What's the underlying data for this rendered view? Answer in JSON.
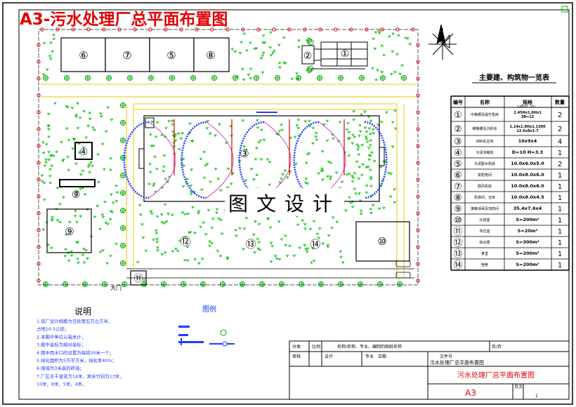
{
  "title": "A3-污水处理厂总平面布置图",
  "watermark": "图文设计",
  "gate_label": "大门",
  "building_numbers": [
    "①",
    "②",
    "③",
    "④",
    "⑤",
    "⑥",
    "⑦",
    "⑧",
    "⑨",
    "⑨",
    "⑩",
    "⑪",
    "⑫",
    "⑬",
    "⑭"
  ],
  "schedule": {
    "title": "主要建、构筑物一览表",
    "headers": {
      "no": "编号",
      "name": "名称",
      "spec": "规格",
      "spec_sub": "LxBxH（m）",
      "qty": "数量"
    },
    "rows": [
      {
        "no": "①",
        "name": "中格栅及提升泵房",
        "spec": "2.45Hx1.6Hx1\n3B=12",
        "qty": "2"
      },
      {
        "no": "②",
        "name": "细格栅及沉砂池",
        "spec": "2.14x1.9Hx1.1300\n12.6x8x1.7",
        "qty": "2"
      },
      {
        "no": "③",
        "name": "SBR反应池",
        "spec": "10x9x4",
        "qty": "4"
      },
      {
        "no": "④",
        "name": "污泥浓缩池",
        "spec": "D=10 H=3.3",
        "qty": "1"
      },
      {
        "no": "⑤",
        "name": "污泥脱水机房",
        "spec": "10.0x6.0x5.0",
        "qty": "2"
      },
      {
        "no": "⑥",
        "name": "变配电间",
        "spec": "10.0x8.0x6.0",
        "qty": "1"
      },
      {
        "no": "⑦",
        "name": "鼓风机房",
        "spec": "10.0x8.0x6.0",
        "qty": "1"
      },
      {
        "no": "⑧",
        "name": "机修间、仓库",
        "spec": "10.0x8.0x4.5",
        "qty": "1"
      },
      {
        "no": "⑨",
        "name": "接触消毒及加药间",
        "spec": "35.4x7.6x4",
        "qty": "1"
      },
      {
        "no": "⑩",
        "name": "化验室",
        "spec": "S=200m²",
        "qty": "1"
      },
      {
        "no": "⑪",
        "name": "传达室",
        "spec": "S=20m²",
        "qty": "1"
      },
      {
        "no": "⑫",
        "name": "综合楼",
        "spec": "S=300m²",
        "qty": "1"
      },
      {
        "no": "⑬",
        "name": "食堂",
        "spec": "S=200m²",
        "qty": "1"
      },
      {
        "no": "⑭",
        "name": "宿舍",
        "spec": "S=200m²",
        "qty": "1"
      }
    ]
  },
  "notes": {
    "title": "说明",
    "lines": [
      "1.该厂设计规模为日处理五万立方米，",
      "   占地10.5公顷；",
      "2.本图中单位以毫米计；",
      "3.图中坐标为相对坐标；",
      "4.图中雨水口的设置为每隔30米一个；",
      "5.绿化面积为5万平方米，绿化率40%；",
      "6.围墙为3米高的砖墙；",
      "7.厂区主干道宽为14米，其余分别为13米，",
      "   10米，8米，5米，4米。"
    ]
  },
  "legend": {
    "title": "图例"
  },
  "title_block": {
    "r1": [
      "分类",
      "比例",
      "名称/名称、专业、编制的图纸名称",
      "页/页"
    ],
    "r2": [
      "审核",
      "设计",
      "专业",
      "日期",
      "文件号"
    ],
    "drawing_name": "污水处理厂总平面布置图",
    "drawing_name_main": "污水处理厂总平面布置图",
    "size": "A3",
    "page_label": "页次",
    "page_value": "1"
  },
  "colors": {
    "frame": "#000000",
    "title_red": "#e00000",
    "building_blue": "#1e3cff",
    "tree_green": "#00a800",
    "road_yellow": "#f0d000",
    "pipe_red": "#e00000",
    "grass_green": "#00c000"
  }
}
